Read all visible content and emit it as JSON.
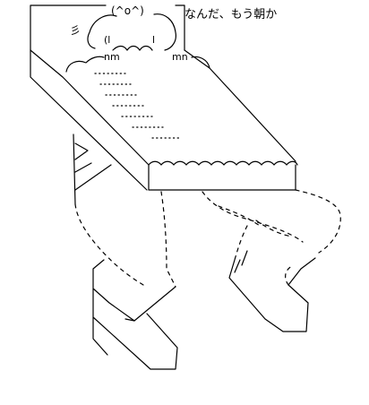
{
  "caption": "なんだ、もう朝か",
  "face": "(^o^)",
  "motion_mark": "彡",
  "hand_left": "nm",
  "hand_right": "mn",
  "eyebrow": "(l",
  "eyebrow_right": "l",
  "ink_color": "#000000",
  "background_color": "#ffffff"
}
